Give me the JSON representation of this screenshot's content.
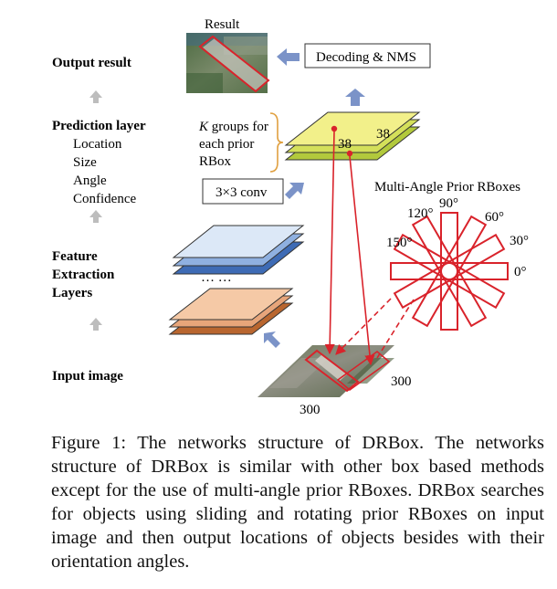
{
  "labels": {
    "output_result": "Output result",
    "prediction_layer": "Prediction layer",
    "location": "Location",
    "size": "Size",
    "angle": "Angle",
    "confidence": "Confidence",
    "feature_1": "Feature",
    "feature_2": "Extraction",
    "feature_3": "Layers",
    "input_image": "Input image"
  },
  "result_title": "Result",
  "decoding_label": "Decoding & NMS",
  "k_groups": {
    "k": "K",
    "line1_rest": " groups for",
    "line2": "each prior",
    "line3": "RBox"
  },
  "conv_label": "3×3 conv",
  "grid_dims": {
    "a": "38",
    "b": "38"
  },
  "dots": "… …",
  "input_dims": {
    "right": "300",
    "bottom": "300"
  },
  "prior_rboxes": {
    "title": "Multi-Angle Prior RBoxes",
    "angles": [
      "0°",
      "30°",
      "60°",
      "90°",
      "120°",
      "150°"
    ]
  },
  "caption": "Figure 1: The networks structure of DRBox. The networks structure of DRBox is similar with other box based methods except for the use of multi-angle prior RBoxes. DRBox searches for objects using sliding and rotating prior RBoxes on input image and then output locations of objects besides with their orientation angles.",
  "colors": {
    "arrow_blue": "#7b93c8",
    "arrow_gray": "#bdbdbd",
    "prediction_top": "#f2f08a",
    "prediction_mid": "#d4e05a",
    "prediction_bottom": "#b2c93c",
    "feature_top": "#dce8f7",
    "feature_mid": "#8fb0e0",
    "feature_bottom": "#3e6bb5",
    "input_top": "#f5c9a6",
    "input_mid": "#e7a57a",
    "input_bottom": "#b9662f",
    "rbox_red": "#d9232b"
  }
}
